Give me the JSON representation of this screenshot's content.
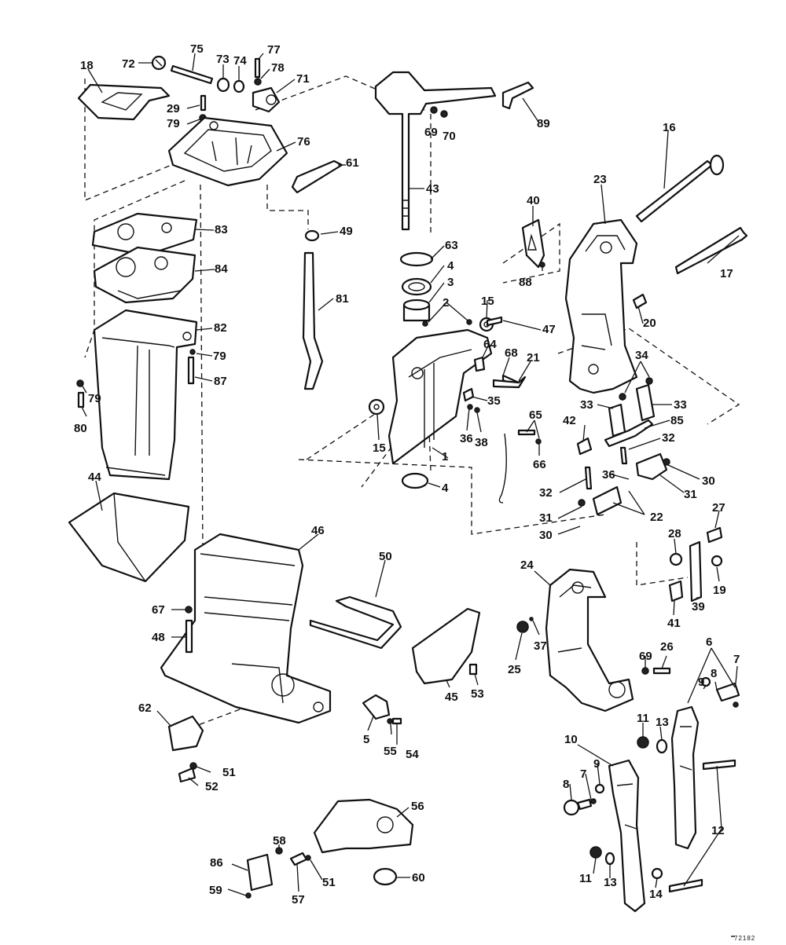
{
  "callouts": [
    {
      "text": "18"
    },
    {
      "text": "72"
    },
    {
      "text": "75"
    },
    {
      "text": "73"
    },
    {
      "text": "74"
    },
    {
      "text": "77"
    },
    {
      "text": "78"
    },
    {
      "text": "71"
    },
    {
      "text": "29"
    },
    {
      "text": "79"
    },
    {
      "text": "76"
    },
    {
      "text": "61"
    },
    {
      "text": "69"
    },
    {
      "text": "70"
    },
    {
      "text": "89"
    },
    {
      "text": "16"
    },
    {
      "text": "43"
    },
    {
      "text": "23"
    },
    {
      "text": "40"
    },
    {
      "text": "49"
    },
    {
      "text": "83"
    },
    {
      "text": "84"
    },
    {
      "text": "63"
    },
    {
      "text": "4"
    },
    {
      "text": "3"
    },
    {
      "text": "88"
    },
    {
      "text": "17"
    },
    {
      "text": "81"
    },
    {
      "text": "15"
    },
    {
      "text": "2"
    },
    {
      "text": "20"
    },
    {
      "text": "82"
    },
    {
      "text": "47"
    },
    {
      "text": "79"
    },
    {
      "text": "64"
    },
    {
      "text": "68"
    },
    {
      "text": "21"
    },
    {
      "text": "34"
    },
    {
      "text": "87"
    },
    {
      "text": "79"
    },
    {
      "text": "35"
    },
    {
      "text": "33"
    },
    {
      "text": "33"
    },
    {
      "text": "80"
    },
    {
      "text": "15"
    },
    {
      "text": "65"
    },
    {
      "text": "42"
    },
    {
      "text": "85"
    },
    {
      "text": "36"
    },
    {
      "text": "38"
    },
    {
      "text": "32"
    },
    {
      "text": "1"
    },
    {
      "text": "66"
    },
    {
      "text": "36"
    },
    {
      "text": "30"
    },
    {
      "text": "44"
    },
    {
      "text": "4"
    },
    {
      "text": "32"
    },
    {
      "text": "31"
    },
    {
      "text": "22"
    },
    {
      "text": "31"
    },
    {
      "text": "27"
    },
    {
      "text": "30"
    },
    {
      "text": "46"
    },
    {
      "text": "28"
    },
    {
      "text": "50"
    },
    {
      "text": "24"
    },
    {
      "text": "19"
    },
    {
      "text": "39"
    },
    {
      "text": "67"
    },
    {
      "text": "41"
    },
    {
      "text": "48"
    },
    {
      "text": "37"
    },
    {
      "text": "6"
    },
    {
      "text": "69"
    },
    {
      "text": "26"
    },
    {
      "text": "7"
    },
    {
      "text": "25"
    },
    {
      "text": "8"
    },
    {
      "text": "9"
    },
    {
      "text": "53"
    },
    {
      "text": "45"
    },
    {
      "text": "62"
    },
    {
      "text": "11"
    },
    {
      "text": "13"
    },
    {
      "text": "5"
    },
    {
      "text": "55"
    },
    {
      "text": "54"
    },
    {
      "text": "10"
    },
    {
      "text": "9"
    },
    {
      "text": "7"
    },
    {
      "text": "8"
    },
    {
      "text": "51"
    },
    {
      "text": "52"
    },
    {
      "text": "12"
    },
    {
      "text": "56"
    },
    {
      "text": "58"
    },
    {
      "text": "86"
    },
    {
      "text": "51"
    },
    {
      "text": "60"
    },
    {
      "text": "11"
    },
    {
      "text": "13"
    },
    {
      "text": "14"
    },
    {
      "text": "59"
    },
    {
      "text": "57"
    }
  ],
  "footer_code": "72182"
}
